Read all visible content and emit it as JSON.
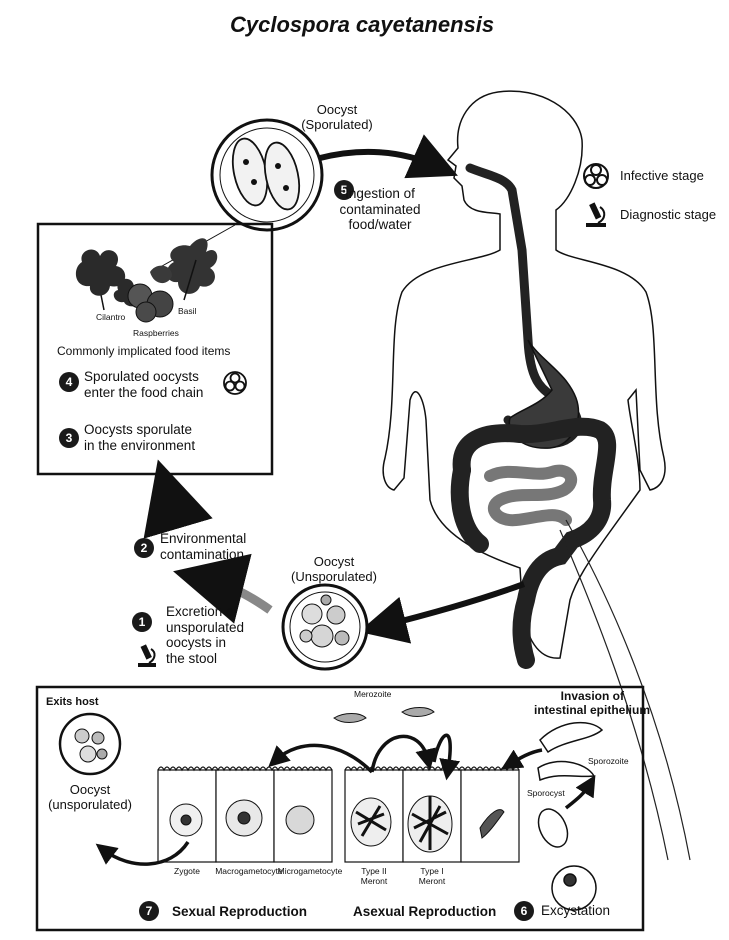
{
  "title": "Cyclospora cayetanensis",
  "legend": {
    "infective": "Infective stage",
    "diagnostic": "Diagnostic stage"
  },
  "top_oocyst": {
    "line1": "Oocyst",
    "line2": "(Sporulated)"
  },
  "food": {
    "cilantro": "Cilantro",
    "basil": "Basil",
    "raspberries": "Raspberries",
    "caption": "Commonly implicated food items"
  },
  "steps": {
    "s1": {
      "num": "1",
      "lines": [
        "Excretion of",
        "unsporulated",
        "oocysts in",
        "the stool"
      ]
    },
    "s2": {
      "num": "2",
      "lines": [
        "Environmental",
        "contamination"
      ]
    },
    "s3": {
      "num": "3",
      "lines": [
        "Oocysts sporulate",
        "in the environment"
      ]
    },
    "s4": {
      "num": "4",
      "lines": [
        "Sporulated oocysts",
        "enter the food chain"
      ]
    },
    "s5": {
      "num": "5",
      "lines": [
        "Ingestion of",
        "contaminated",
        "food/water"
      ]
    },
    "s6": {
      "num": "6",
      "label": "Excystation"
    },
    "s7": {
      "num": "7",
      "label": "Sexual Reproduction"
    }
  },
  "mid_oocyst": {
    "line1": "Oocyst",
    "line2": "(Unsporulated)"
  },
  "bottom": {
    "exits_host": "Exits host",
    "oocyst_line1": "Oocyst",
    "oocyst_line2": "(unsporulated)",
    "merozoite": "Merozoite",
    "invasion_line1": "Invasion of",
    "invasion_line2": "intestinal epithelium",
    "sporozoite": "Sporozoite",
    "sporocyst": "Sporocyst",
    "zygote": "Zygote",
    "macrogametocyte": "Macrogametocyte",
    "microgametocyte": "Microgametocyte",
    "type2_line1": "Type II",
    "type2_line2": "Meront",
    "type1_line1": "Type I",
    "type1_line2": "Meront",
    "asexual": "Asexual Reproduction"
  }
}
